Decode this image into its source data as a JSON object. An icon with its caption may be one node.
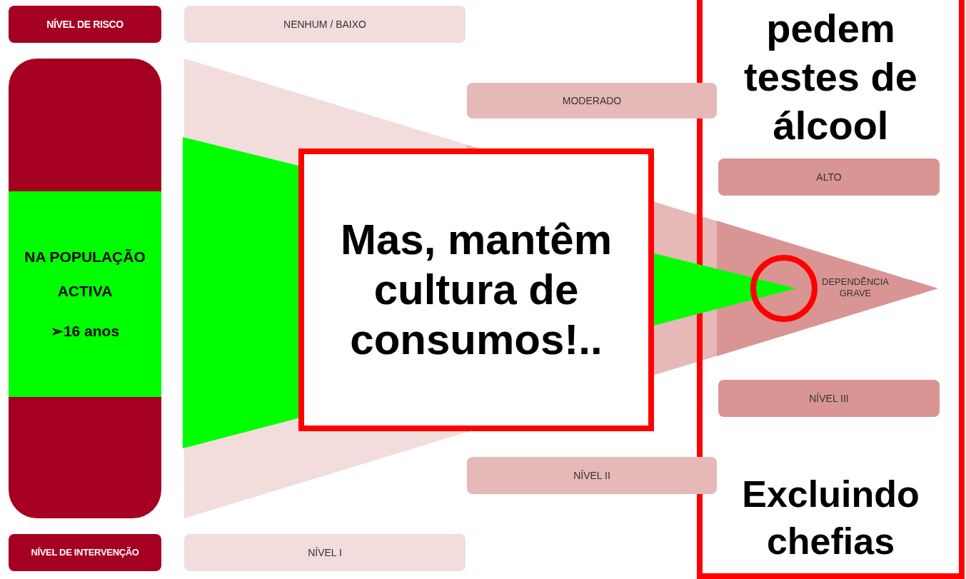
{
  "diagram": {
    "nodes": [
      {
        "text": [
          "NÍVEL DE RISCO"
        ]
      },
      {
        "text": [
          "NENHUM / BAIXO"
        ]
      },
      {
        "text": [
          "pedem testes de álcool",
          "Excluindo chefias"
        ]
      },
      {
        "text": [
          "MODERADO"
        ]
      },
      {
        "text": [
          "ALTO"
        ],
        "in": 2
      },
      {
        "text": [],
        "shape": "box"
      },
      {
        "text": [
          "NA POPULAÇÃO ACTIVA",
          "➢16 anos"
        ],
        "in": 5
      },
      {
        "text": [
          "Mas, mantêm cultura de consumos!.."
        ]
      },
      {
        "text": [
          "DEPENDÊNCIA GRAVE"
        ],
        "in": 2
      },
      {
        "text": [
          "NÍVEL III"
        ],
        "in": 2
      },
      {
        "text": [
          "NÍVEL II"
        ]
      },
      {
        "text": [
          "NÍVEL I"
        ]
      },
      {
        "text": [
          "NÍVEL DE INTERVENÇÃO"
        ]
      }
    ]
  }
}
